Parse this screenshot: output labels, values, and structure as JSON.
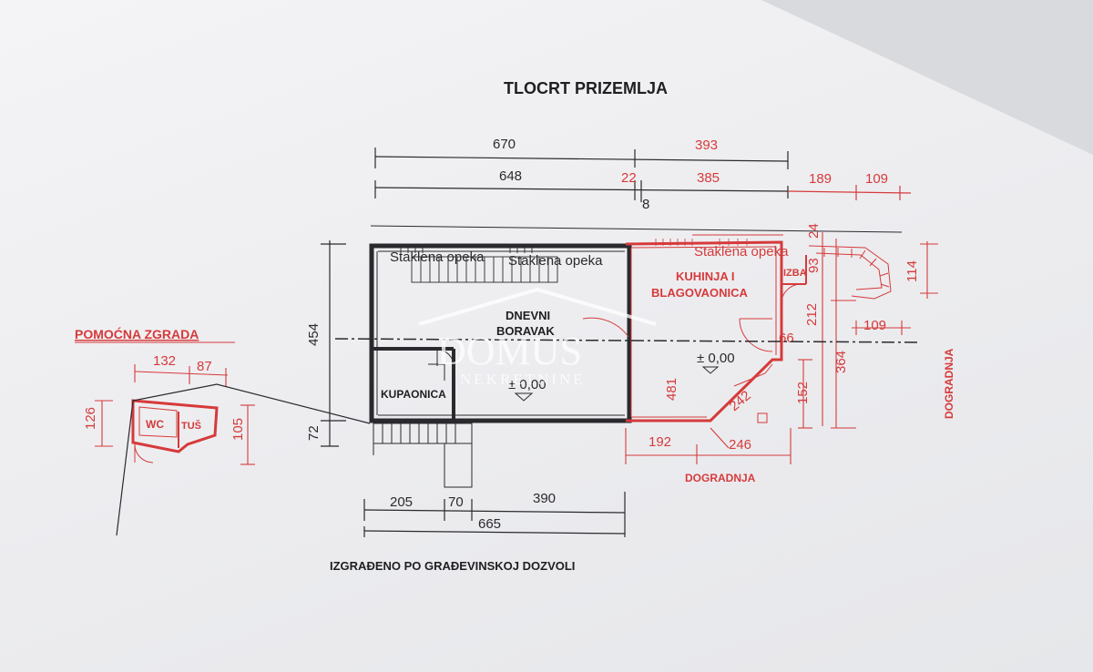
{
  "title": "TLOCRT PRIZEMLJA",
  "footer": "IZGRAĐENO PO GRAĐEVINSKOJ DOZVOLI",
  "rooms": {
    "dnevni_1": "DNEVNI",
    "dnevni_2": "BORAVAK",
    "kupaonica": "KUPAONICA",
    "kuhinja_1": "KUHINJA I",
    "kuhinja_2": "BLAGOVAONICA",
    "izba": "IZBA",
    "wc": "WC",
    "tus": "TUŠ"
  },
  "labels": {
    "pomocna": "POMOĆNA ZGRADA",
    "dogradnja_bottom": "DOGRADNJA",
    "dogradnja_side": "DOGRADNJA",
    "staklena_1": "Staklena opeka",
    "staklena_2": "Staklena opeka",
    "staklena_3": "Staklena opeka",
    "level_1": "± 0,00",
    "level_2": "± 0,00"
  },
  "watermark": {
    "line1": "DOMUS",
    "line2": "NEKRETNINE"
  },
  "dims": {
    "d670": "670",
    "d648": "648",
    "d22": "22",
    "d8": "8",
    "d393": "393",
    "d385": "385",
    "d189": "189",
    "d109a": "109",
    "d24": "24",
    "d93": "93",
    "d114": "114",
    "d109b": "109",
    "d454": "454",
    "d72": "72",
    "d66": "66",
    "d212": "212",
    "d364": "364",
    "d152": "152",
    "d481": "481",
    "d242": "242",
    "d192": "192",
    "d246": "246",
    "d205": "205",
    "d70": "70",
    "d390": "390",
    "d665": "665",
    "d132": "132",
    "d87": "87",
    "d126": "126",
    "d105": "105"
  },
  "colors": {
    "black_lines": "#2a2a2e",
    "red_lines": "#d63a3a"
  }
}
